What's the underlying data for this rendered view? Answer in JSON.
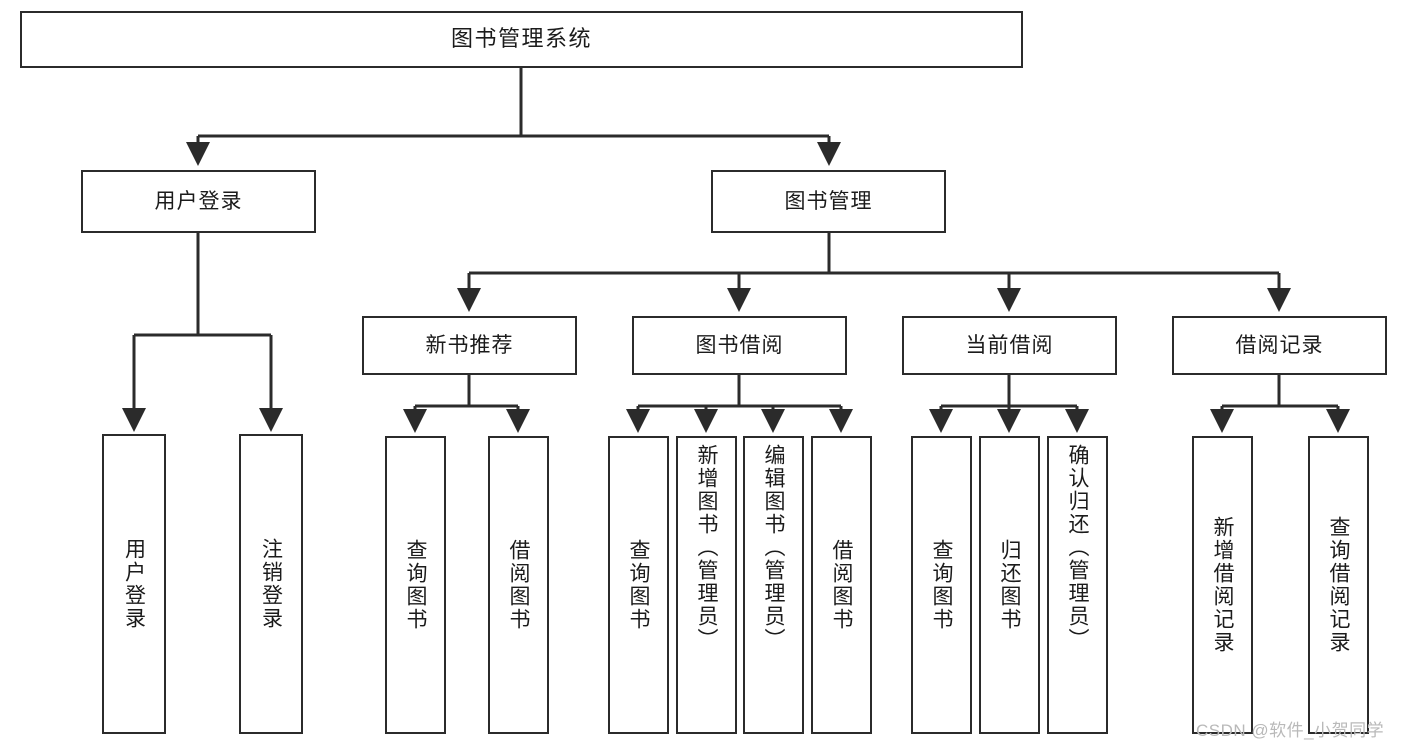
{
  "diagram": {
    "type": "tree-hierarchy-diagram",
    "title": "图书管理系统",
    "colors": {
      "stroke": "#2b2b2b",
      "fill": "#ffffff",
      "text": "#1b1b1b",
      "watermark": "#b9b9b9"
    },
    "root": {
      "id": "root",
      "label": "图书管理系统"
    },
    "level1": [
      {
        "id": "user-login",
        "label": "用户登录"
      },
      {
        "id": "book-management",
        "label": "图书管理"
      }
    ],
    "level2": [
      {
        "id": "new-book-recommend",
        "label": "新书推荐"
      },
      {
        "id": "book-borrow",
        "label": "图书借阅"
      },
      {
        "id": "current-borrow",
        "label": "当前借阅"
      },
      {
        "id": "borrow-record",
        "label": "借阅记录"
      }
    ],
    "leaves": {
      "user_login": [
        {
          "id": "leaf-user-login",
          "label": "用户登录"
        },
        {
          "id": "leaf-logout-login",
          "label": "注销登录"
        }
      ],
      "new_book_recommend": [
        {
          "id": "leaf-query-book-1",
          "label": "查询图书"
        },
        {
          "id": "leaf-borrow-book-1",
          "label": "借阅图书"
        }
      ],
      "book_borrow": [
        {
          "id": "leaf-query-book-2",
          "label": "查询图书"
        },
        {
          "id": "leaf-add-book",
          "label": "新增图书（管理员）"
        },
        {
          "id": "leaf-edit-book",
          "label": "编辑图书（管理员）"
        },
        {
          "id": "leaf-borrow-book-2",
          "label": "借阅图书"
        }
      ],
      "current_borrow": [
        {
          "id": "leaf-query-book-3",
          "label": "查询图书"
        },
        {
          "id": "leaf-return-book",
          "label": "归还图书"
        },
        {
          "id": "leaf-confirm-return",
          "label": "确认归还（管理员）"
        }
      ],
      "borrow_record": [
        {
          "id": "leaf-add-record",
          "label": "新增借阅记录"
        },
        {
          "id": "leaf-query-record",
          "label": "查询借阅记录"
        }
      ]
    },
    "watermark": "CSDN @软件_小贺同学"
  }
}
